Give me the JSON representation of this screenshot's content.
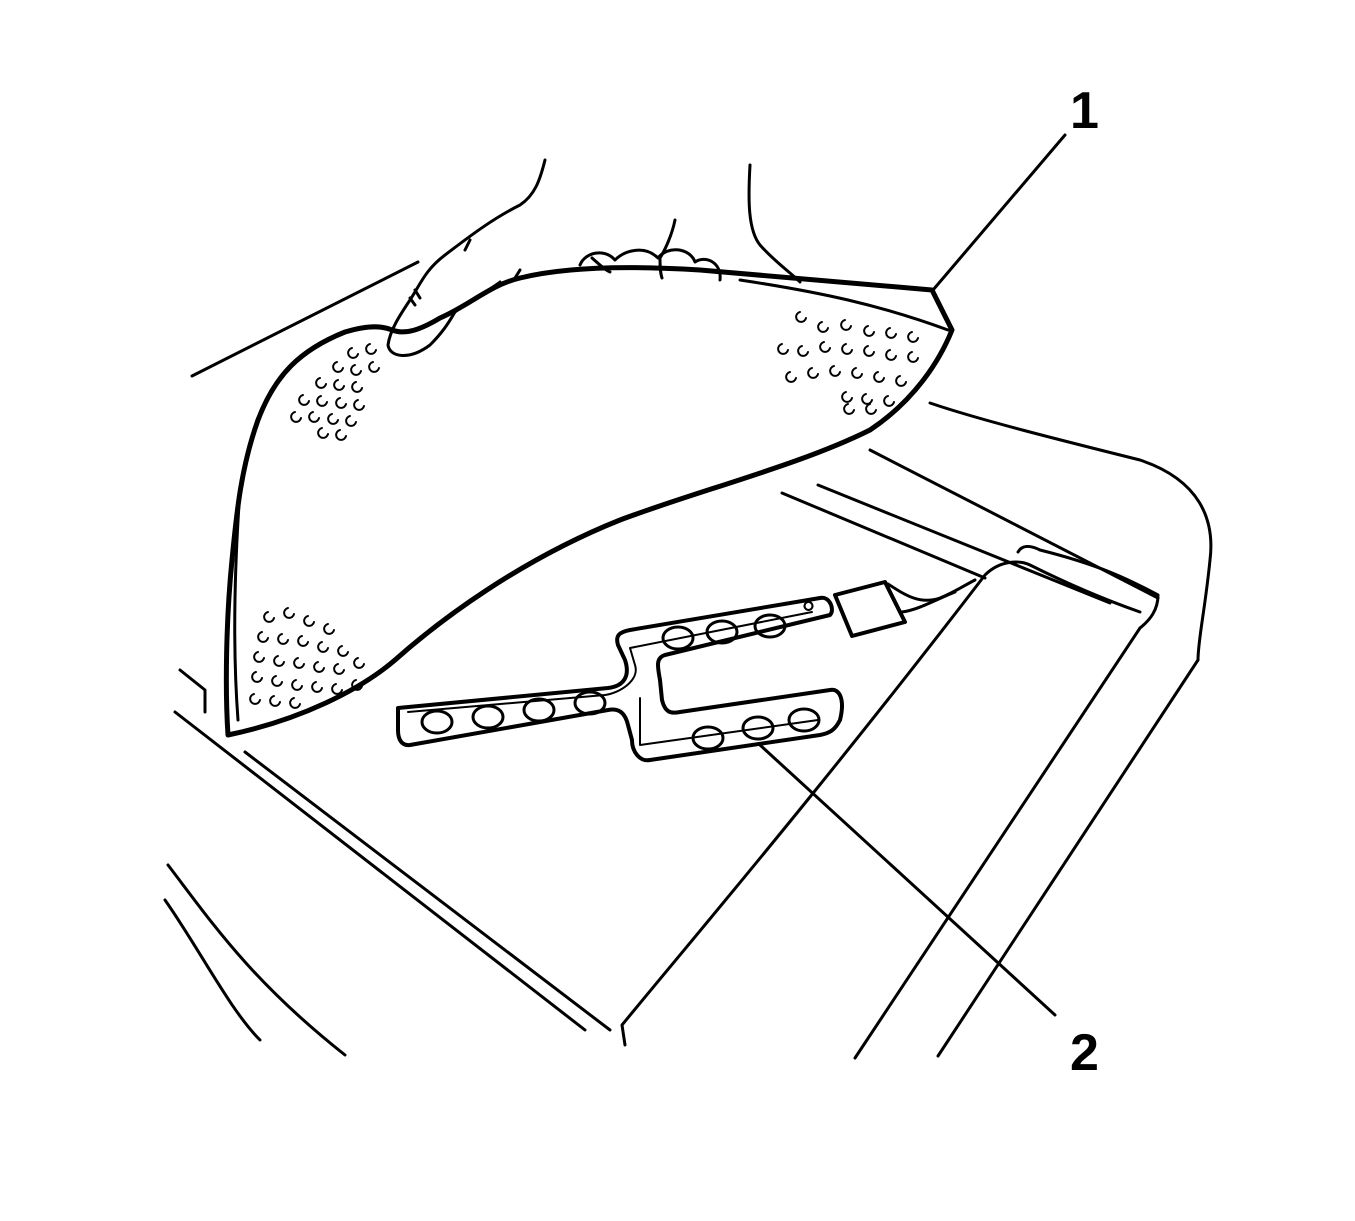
{
  "callouts": [
    {
      "id": "1",
      "label": "1",
      "target": "seat-cushion-cover"
    },
    {
      "id": "2",
      "label": "2",
      "target": "occupant-sensor-mat"
    }
  ],
  "colors": {
    "line": "#000000",
    "background": "#ffffff"
  }
}
